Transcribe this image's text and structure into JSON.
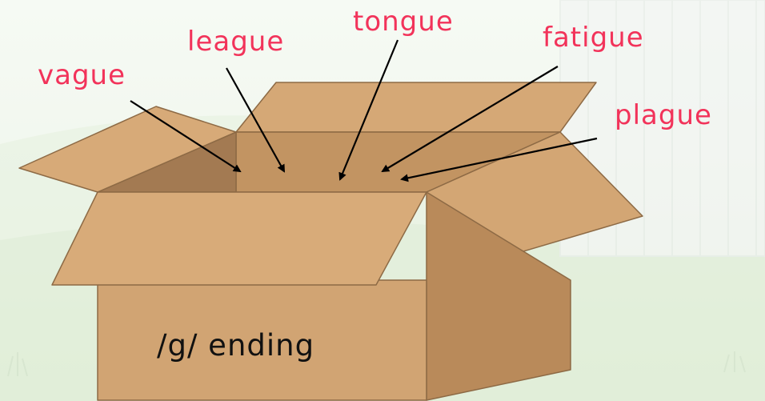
{
  "words": [
    {
      "id": "vague",
      "text": "vague"
    },
    {
      "id": "league",
      "text": "league"
    },
    {
      "id": "tongue",
      "text": "tongue"
    },
    {
      "id": "fatigue",
      "text": "fatigue"
    },
    {
      "id": "plague",
      "text": "plague"
    }
  ],
  "box": {
    "label": "/g/ ending"
  },
  "colors": {
    "word": "#f2335a",
    "box_front": "#d1a473",
    "box_side": "#b98a5a",
    "box_inside": "#a37a52",
    "box_edge": "#8d6a45",
    "arrow": "#000000"
  }
}
